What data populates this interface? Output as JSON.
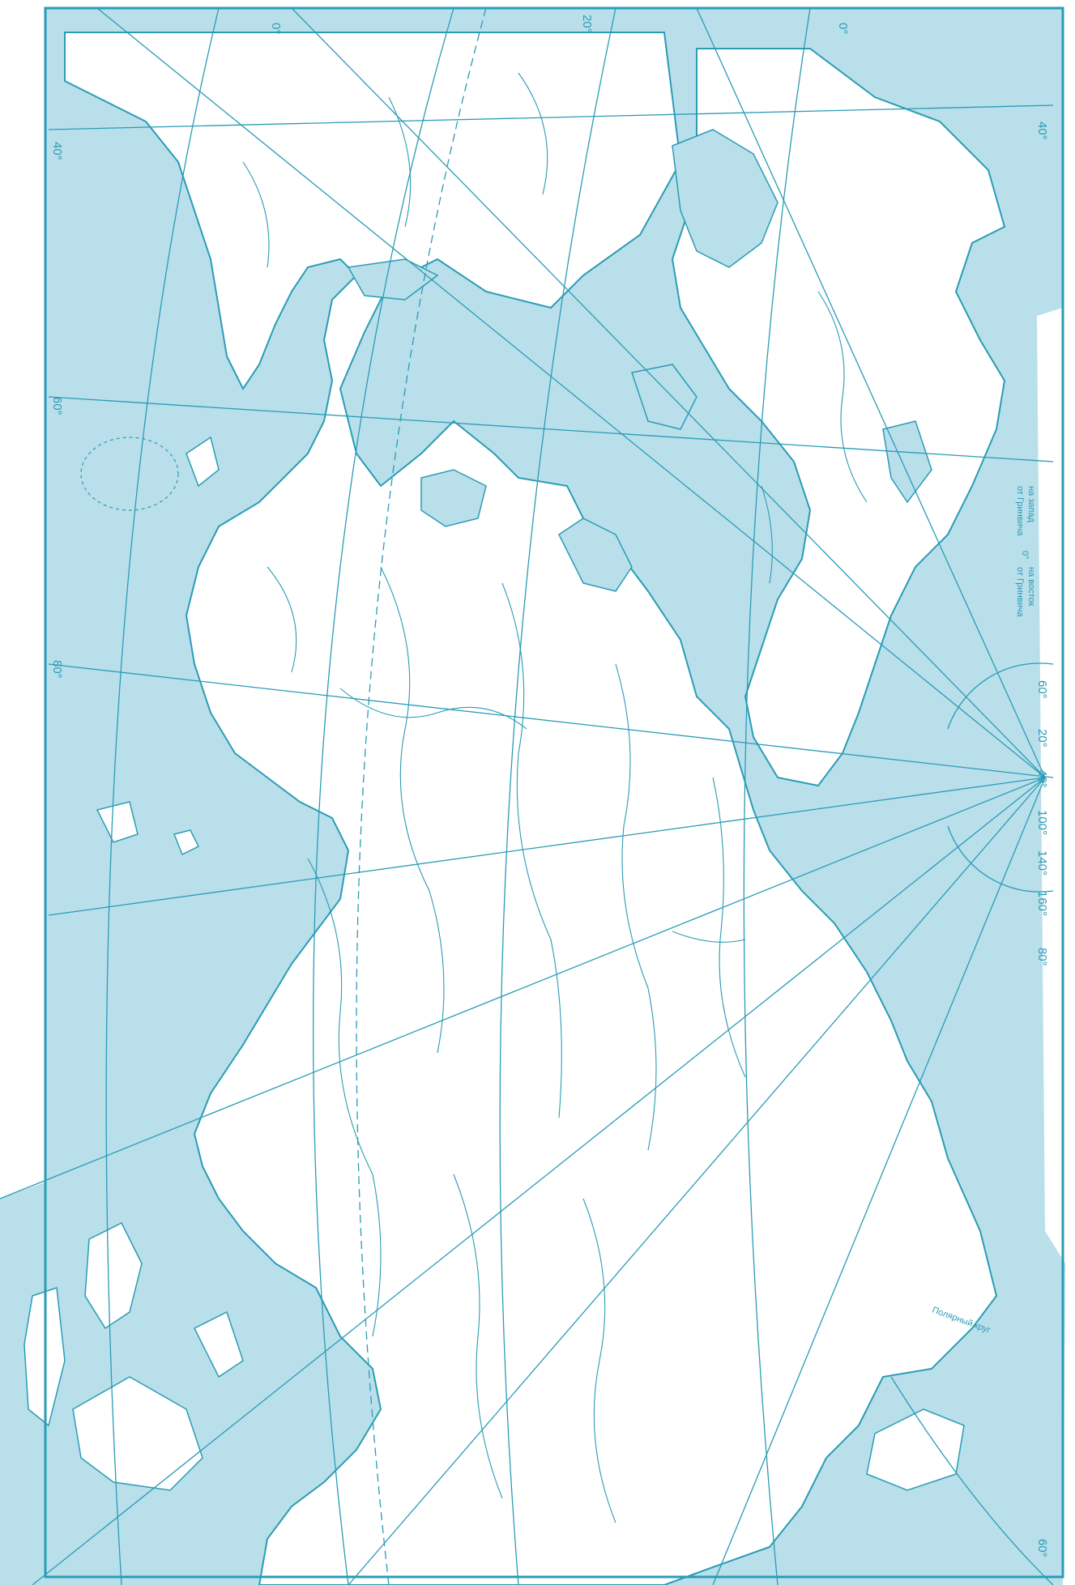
{
  "map": {
    "colors": {
      "water": "#b9dfeb",
      "land": "#ffffff",
      "line": "#2a9cb5",
      "frame": "#2a9cb5"
    },
    "top_labels": [
      "0°",
      "20°",
      "0°"
    ],
    "left_labels": [
      "40°",
      "60°",
      "80°"
    ],
    "right_labels": [
      "40°",
      "60°",
      "20°",
      "40°",
      "100°",
      "140°",
      "160°",
      "80°",
      "60°"
    ],
    "right_note_1": "на запад",
    "right_note_2": "от Гринвича",
    "right_note_3": "на восток",
    "right_note_4": "от Гринвича",
    "right_zero": "0°",
    "inline_label": "Полярный круг"
  }
}
